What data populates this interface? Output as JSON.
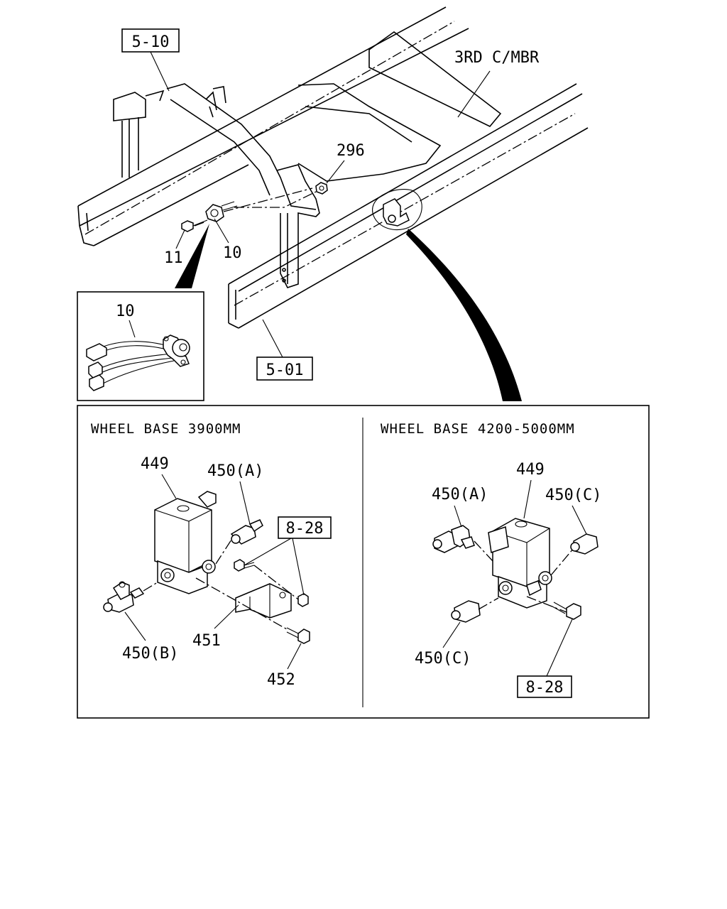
{
  "main_diagram": {
    "ref_labels": {
      "frame_ref_top": "5-10",
      "frame_ref_bottom": "5-01",
      "crossmember": "3RD C/MBR"
    },
    "callouts": {
      "nut": "296",
      "bolt": "11",
      "switch": "10"
    }
  },
  "inset": {
    "callout": "10"
  },
  "detail_panel": {
    "left": {
      "heading": "WHEEL BASE 3900MM",
      "callouts": {
        "valve": "449",
        "fitting_a": "450(A)",
        "fitting_b": "450(B)",
        "bracket": "451",
        "bolt": "452",
        "ref": "8-28"
      }
    },
    "right": {
      "heading": "WHEEL BASE 4200-5000MM",
      "callouts": {
        "valve": "449",
        "fitting_a": "450(A)",
        "fitting_c_top": "450(C)",
        "fitting_c_bottom": "450(C)",
        "ref": "8-28"
      }
    }
  },
  "colors": {
    "line": "#000000",
    "background": "#ffffff"
  }
}
